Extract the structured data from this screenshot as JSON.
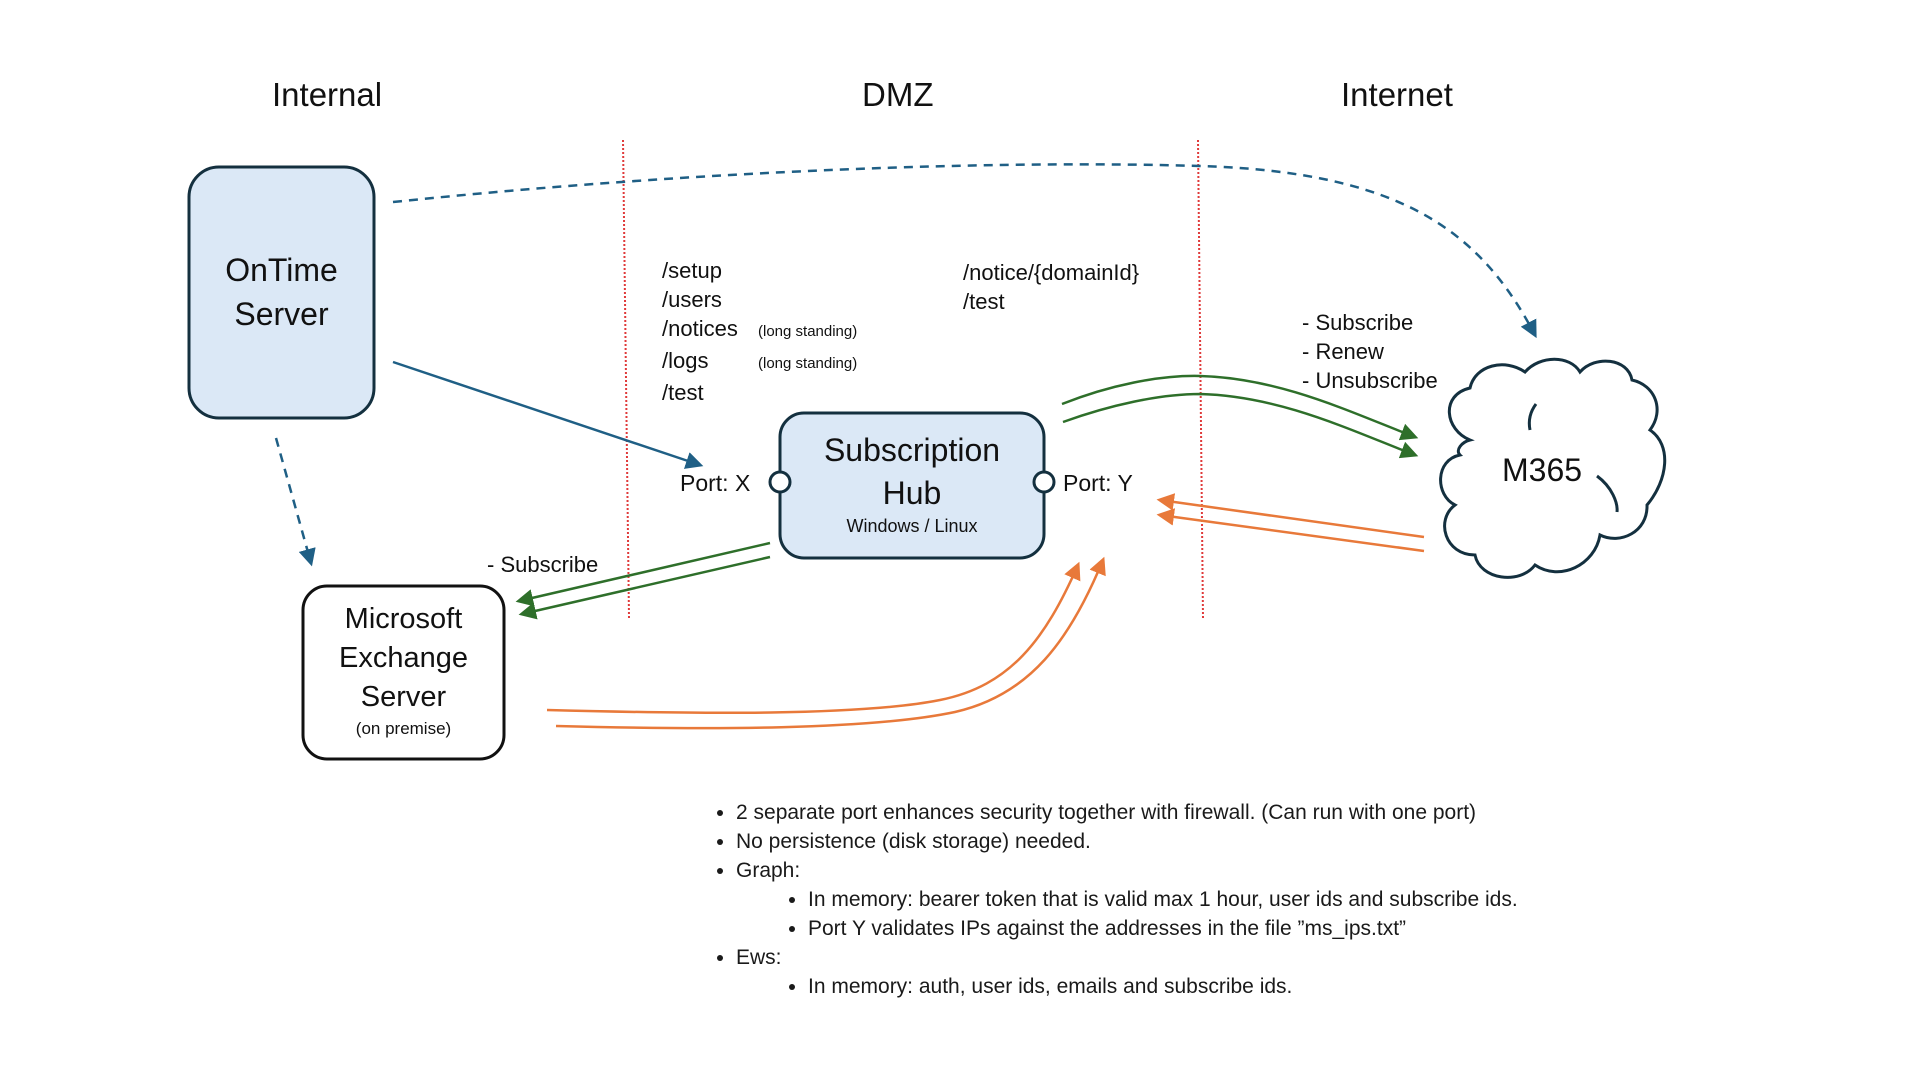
{
  "zones": [
    {
      "label": "Internal"
    },
    {
      "label": "DMZ"
    },
    {
      "label": "Internet"
    }
  ],
  "nodes": {
    "ontime": {
      "line1": "OnTime",
      "line2": "Server"
    },
    "exchange": {
      "line1": "Microsoft",
      "line2": "Exchange",
      "line3": "Server",
      "note": "(on premise)"
    },
    "hub": {
      "line1": "Subscription",
      "line2": "Hub",
      "note": "Windows / Linux"
    },
    "m365": {
      "label": "M365"
    }
  },
  "ports": {
    "x": "Port: X",
    "y": "Port: Y"
  },
  "endpoints_port_x": [
    {
      "path": "/setup",
      "note": ""
    },
    {
      "path": "/users",
      "note": ""
    },
    {
      "path": "/notices",
      "note": "(long standing)"
    },
    {
      "path": "/logs",
      "note": "(long standing)"
    },
    {
      "path": "/test",
      "note": ""
    }
  ],
  "endpoints_port_y": [
    {
      "path": "/notice/{domainId}"
    },
    {
      "path": "/test"
    }
  ],
  "m365_actions": [
    "- Subscribe",
    "- Renew",
    "- Unsubscribe"
  ],
  "exchange_actions": [
    "- Subscribe"
  ],
  "notes": {
    "items": [
      {
        "text": "2 separate port enhances security together with firewall.  (Can run with one port)"
      },
      {
        "text": "No persistence (disk storage) needed."
      },
      {
        "text": "Graph:",
        "sub": [
          "In memory: bearer token that is valid max 1 hour, user ids and subscribe ids.",
          "Port Y validates IPs against the addresses in the file ”ms_ips.txt”"
        ]
      },
      {
        "text": "Ews:",
        "sub": [
          "In memory: auth, user ids, emails and subscribe ids."
        ]
      }
    ]
  },
  "colors": {
    "box_fill": "#dbe8f6",
    "box_stroke": "#14303f",
    "blue_arrow": "#1f5f85",
    "green_arrow": "#2e6f2a",
    "orange_arrow": "#e8793a",
    "boundary": "#e03a3a"
  }
}
